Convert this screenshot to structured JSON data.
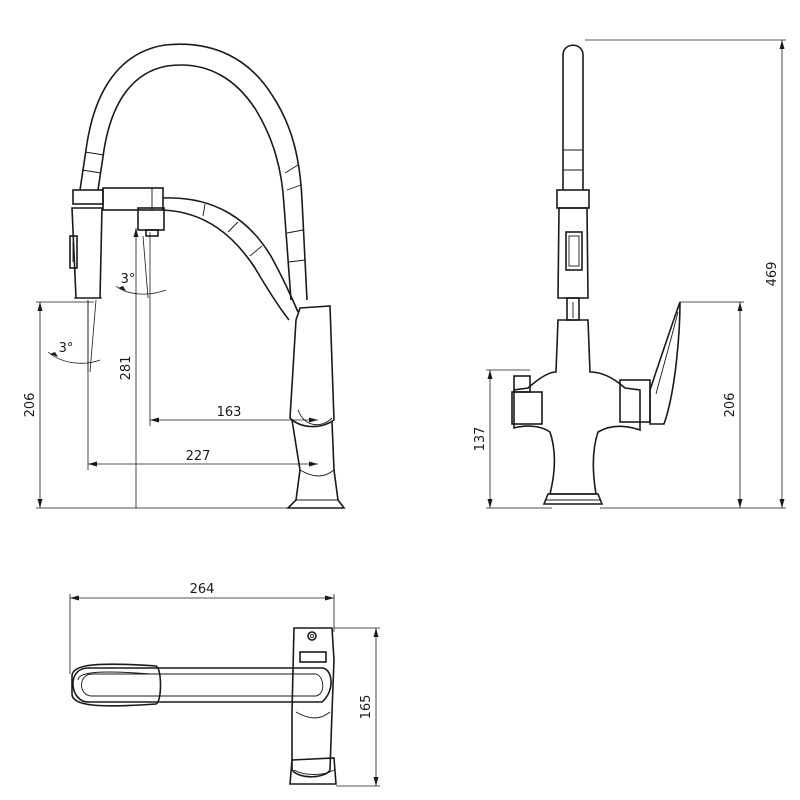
{
  "dimensions": {
    "front_height_206": "206",
    "front_height_281": "281",
    "front_reach_163": "163",
    "front_reach_227": "227",
    "front_angle_upper": "3°",
    "front_angle_lower": "3°",
    "side_height_137": "137",
    "side_height_206": "206",
    "side_height_469": "469",
    "top_width_264": "264",
    "top_depth_165": "165"
  }
}
